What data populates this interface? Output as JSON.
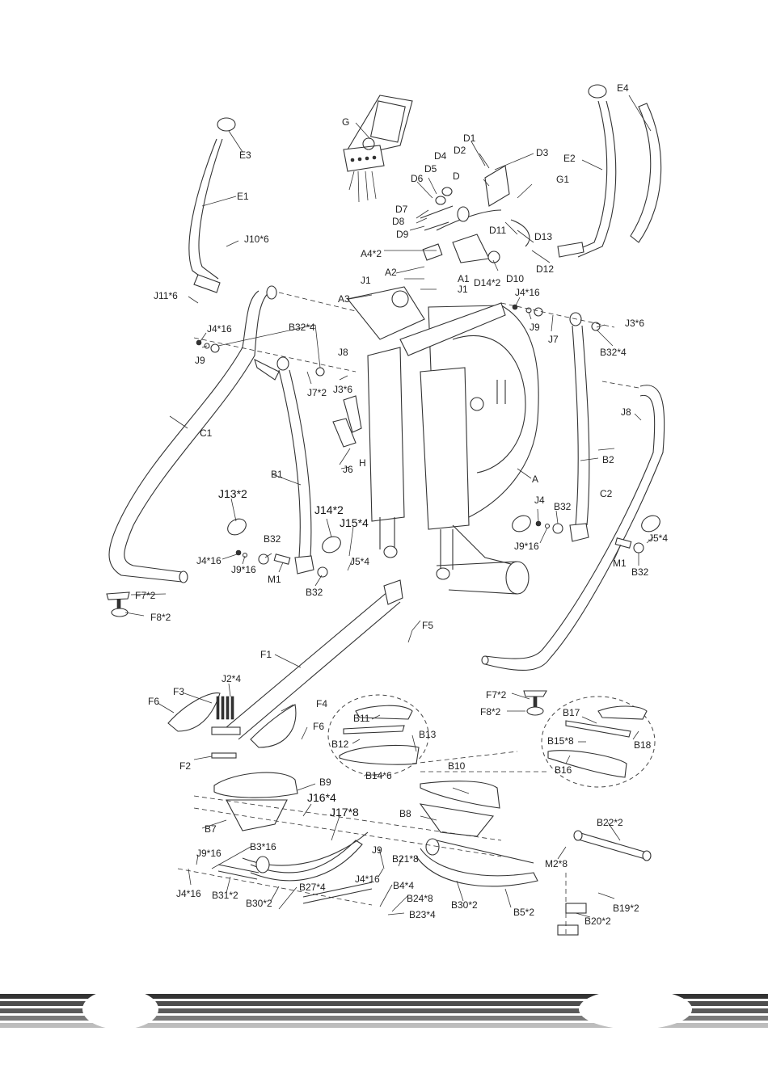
{
  "document": {
    "type": "exploded parts diagram",
    "subject": "elliptical cross trainer"
  },
  "labels": {
    "G": "G",
    "G1": "G1",
    "E1": "E1",
    "E2": "E2",
    "E3": "E3",
    "E4": "E4",
    "D": "D",
    "D1": "D1",
    "D2": "D2",
    "D3": "D3",
    "D4": "D4",
    "D5": "D5",
    "D6": "D6",
    "D7": "D7",
    "D8": "D8",
    "D9": "D9",
    "D10": "D10",
    "D11": "D11",
    "D12": "D12",
    "D13": "D13",
    "D14x2": "D14*2",
    "J10x6": "J10*6",
    "J11x6": "J11*6",
    "A": "A",
    "A1": "A1",
    "A2": "A2",
    "A3": "A3",
    "A4x2": "A4*2",
    "J1a": "J1",
    "J1b": "J1",
    "J4x16_top_left": "J4*16",
    "J9_top_left": "J9",
    "B32x4_left": "B32*4",
    "J4x16_top_right": "J4*16",
    "J9_top_right": "J9",
    "J7": "J7",
    "J3x6_right": "J3*6",
    "B32x4_right": "B32*4",
    "J8_left": "J8",
    "J8_right": "J8",
    "J7x2": "J7*2",
    "J3x6_left": "J3*6",
    "C1": "C1",
    "C2": "C2",
    "B1": "B1",
    "B2": "B2",
    "H": "H",
    "J6": "J6",
    "J13x2": "J13*2",
    "J14x2": "J14*2",
    "J15x4": "J15*4",
    "B32_left_a": "B32",
    "B32_left_b": "B32",
    "J4x16_mid_left": "J4*16",
    "J9x16_mid_left": "J9*16",
    "M1_left": "M1",
    "J5x4_left": "J5*4",
    "J4_mid_right": "J4",
    "B32_mid_right_a": "B32",
    "J9x16_mid_right": "J9*16",
    "M1_right": "M1",
    "B32_mid_right_b": "B32",
    "J5x4_right": "J5*4",
    "F7x2_left": "F7*2",
    "F8x2_left": "F8*2",
    "F7x2_right": "F7*2",
    "F8x2_right": "F8*2",
    "F1": "F1",
    "F2": "F2",
    "F3": "F3",
    "F4": "F4",
    "F5": "F5",
    "F6_left": "F6",
    "F6_right": "F6",
    "J2x4": "J2*4",
    "B11": "B11",
    "B12": "B12",
    "B13": "B13",
    "B14x6": "B14*6",
    "B17": "B17",
    "B18": "B18",
    "B15x8": "B15*8",
    "B16": "B16",
    "B9": "B9",
    "B10": "B10",
    "B7": "B7",
    "B8": "B8",
    "J16x4": "J16*4",
    "J17x8": "J17*8",
    "J9x16_bottom": "J9*16",
    "B3x16": "B3*16",
    "J4x16_bottom_left": "J4*16",
    "B31x2": "B31*2",
    "B30x2_left": "B30*2",
    "B27x4": "B27*4",
    "J9_bottom": "J9",
    "B21x8": "B21*8",
    "J4x16_bottom_mid": "J4*16",
    "B4x4": "B4*4",
    "B24x8": "B24*8",
    "B23x4": "B23*4",
    "B30x2_right": "B30*2",
    "B5x2": "B5*2",
    "B22x2": "B22*2",
    "M2x8": "M2*8",
    "B19x2": "B19*2",
    "B20x2": "B20*2"
  },
  "footer": {
    "stripe_colors": [
      "#333333",
      "#4d4d4d",
      "#5a5a5a",
      "#7a7a7a",
      "#bdbdbd"
    ],
    "page_number_left": "",
    "page_number_right": ""
  }
}
